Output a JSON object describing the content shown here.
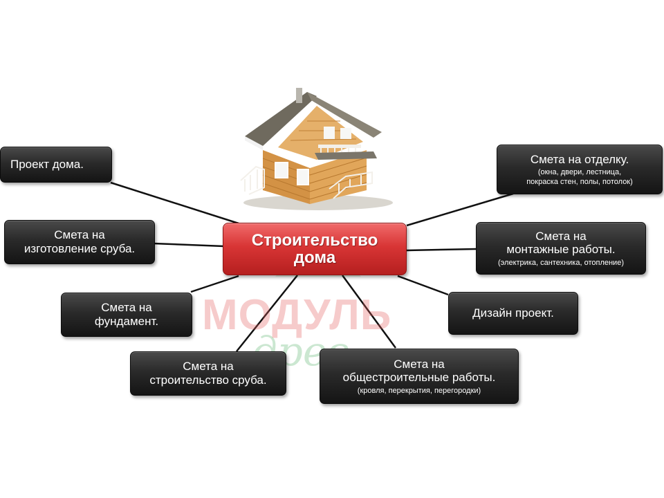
{
  "center": {
    "line1": "Строительство",
    "line2": "дома"
  },
  "watermark": {
    "brand": "МОДУЛЬ",
    "script": "древ"
  },
  "nodes": [
    {
      "id": "project",
      "title": "Проект дома.",
      "subtitle": ""
    },
    {
      "id": "frame-manufacture",
      "title1": "Смета на",
      "title2": "изготовление сруба."
    },
    {
      "id": "foundation",
      "title1": "Смета на",
      "title2": "фундамент."
    },
    {
      "id": "frame-build",
      "title1": "Смета на",
      "title2": "строительство сруба."
    },
    {
      "id": "general",
      "title1": "Смета на",
      "title2": "общестроительные работы.",
      "subtitle": "(кровля, перекрытия, перегородки)"
    },
    {
      "id": "design",
      "title": "Дизайн проект."
    },
    {
      "id": "installation",
      "title1": "Смета на",
      "title2": "монтажные работы.",
      "subtitle": "(электрика, сантехника, отопление)"
    },
    {
      "id": "finishing",
      "title": "Смета на отделку.",
      "subtitle1": "(окна, двери, лестница,",
      "subtitle2": "покраска стен, полы, потолок)"
    }
  ],
  "colors": {
    "box": "#2a2a2a",
    "center": "#d83535",
    "lines": "#111111"
  }
}
